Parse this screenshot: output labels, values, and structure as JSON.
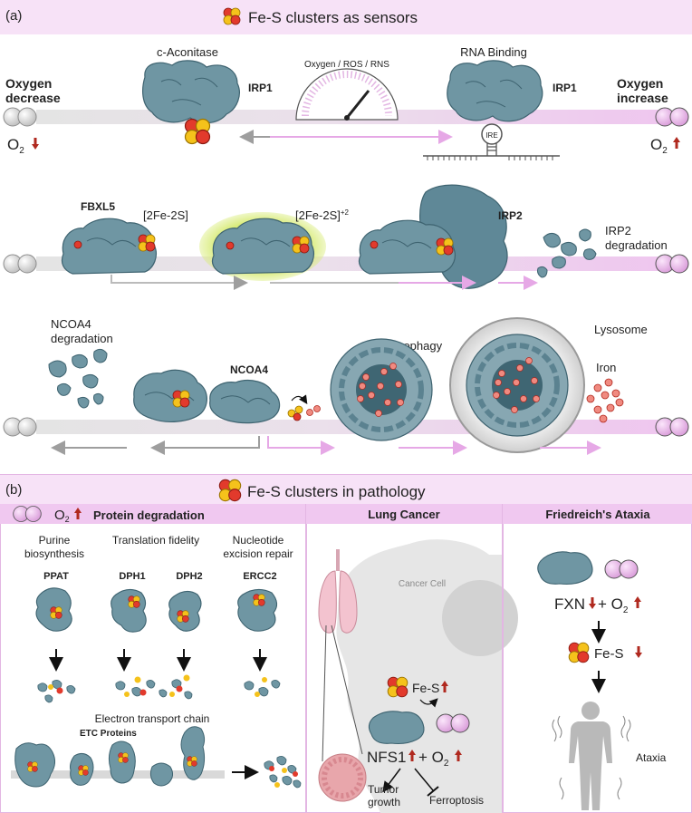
{
  "panel_a": {
    "letter": "(a)",
    "title": "Fe-S clusters as sensors",
    "oxygen_decrease": [
      "Oxygen",
      "decrease"
    ],
    "oxygen_increase": [
      "Oxygen",
      "increase"
    ],
    "o2": "O",
    "o2_sub": "2",
    "row1": {
      "c_aconitase": "c-Aconitase",
      "irp1_left": "IRP1",
      "gauge_label": "Oxygen / ROS / RNS",
      "rna_binding": "RNA Binding",
      "irp1_right": "IRP1",
      "ire": "IRE"
    },
    "row2": {
      "fbxl5": "FBXL5",
      "fe2s2": "[2Fe-2S]",
      "fe2s2_ox": "[2Fe-2S]",
      "fe2s2_ox_sup": "+2",
      "irp2": "IRP2",
      "irp2_degradation": [
        "IRP2",
        "degradation"
      ]
    },
    "row3": {
      "ncoa4_degradation": [
        "NCOA4",
        "degradation"
      ],
      "ncoa4": "NCOA4",
      "ferritinophagy": "Ferritinophagy",
      "lysosome": "Lysosome",
      "iron": "Iron"
    }
  },
  "panel_b": {
    "letter": "(b)",
    "title": "Fe-S clusters in pathology",
    "protein_degradation": {
      "header": "Protein degradation",
      "header_o2": "O",
      "header_o2_sub": "2",
      "cat1": [
        "Purine",
        "biosynthesis"
      ],
      "cat2": "Translation fidelity",
      "cat3": [
        "Nucleotide",
        "excision repair"
      ],
      "ppat": "PPAT",
      "dph1": "DPH1",
      "dph2": "DPH2",
      "ercc2": "ERCC2",
      "etc_title": "Electron transport chain",
      "etc_proteins": "ETC Proteins"
    },
    "lung_cancer": {
      "header": "Lung Cancer",
      "cancer_cell": "Cancer Cell",
      "fes": "Fe-S",
      "nfs1": "NFS1",
      "plus_o": "+ O",
      "o_sub": "2",
      "tumor_growth": [
        "Tumor",
        "growth"
      ],
      "ferroptosis": "Ferroptosis"
    },
    "friedreich": {
      "header": "Friedreich's Ataxia",
      "fxn": "FXN",
      "plus_o": "+ O",
      "o_sub": "2",
      "fes": "Fe-S",
      "ataxia": "Ataxia"
    }
  },
  "colors": {
    "protein": "#6f96a3",
    "protein_dark": "#3e6370",
    "pink_band": "#f0c8f0",
    "pink_panel": "#f7e2f7",
    "gray_band": "#e6e6e6",
    "up_arrow": "#b0291f",
    "fe_red": "#e23a2c",
    "s_yellow": "#f5c21b"
  }
}
